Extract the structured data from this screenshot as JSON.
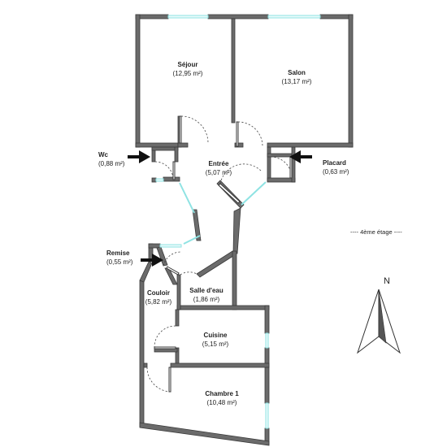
{
  "rooms": {
    "sejour": {
      "name": "Séjour",
      "area": "(12,95 m²)"
    },
    "salon": {
      "name": "Salon",
      "area": "(13,17 m²)"
    },
    "wc": {
      "name": "Wc",
      "area": "(0,88 m²)"
    },
    "entree": {
      "name": "Entrée",
      "area": "(5,07 m²)"
    },
    "placard": {
      "name": "Placard",
      "area": "(0,63 m²)"
    },
    "remise": {
      "name": "Remise",
      "area": "(0,55 m²)"
    },
    "couloir": {
      "name": "Couloir",
      "area": "(5,82 m²)"
    },
    "salle_eau": {
      "name": "Salle d'eau",
      "area": "(1,86 m²)"
    },
    "cuisine": {
      "name": "Cuisine",
      "area": "(5,15 m²)"
    },
    "chambre1": {
      "name": "Chambre 1",
      "area": "(10,48 m²)"
    }
  },
  "floor_label": "---- 4ème étage ----",
  "compass": {
    "north": "N"
  },
  "colors": {
    "wall": "#6b6b6b",
    "window": "#8fe3e3",
    "arrow": "#111111"
  }
}
